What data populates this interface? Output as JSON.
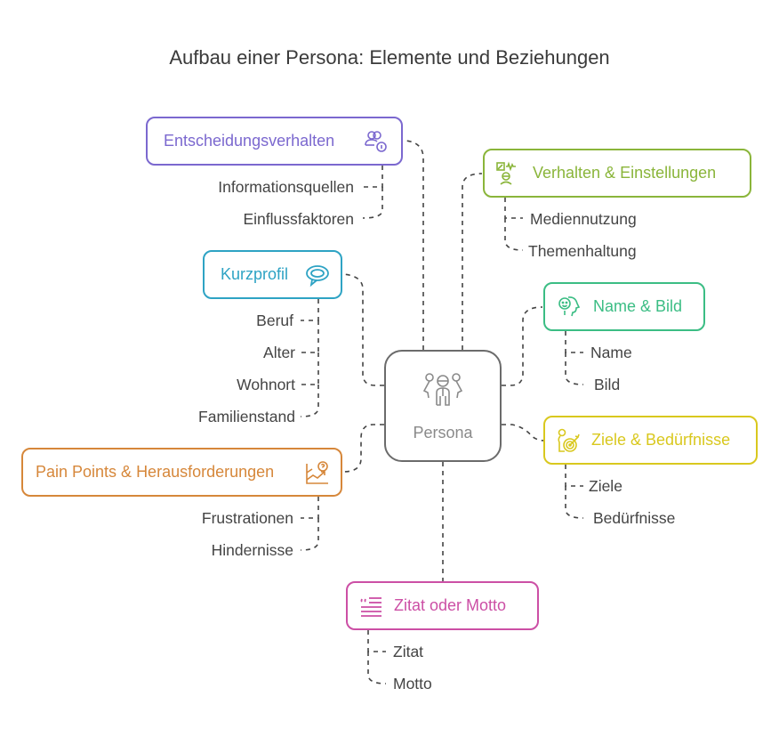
{
  "title": "Aufbau einer Persona: Elemente und Beziehungen",
  "center": {
    "label": "Persona",
    "icon": "group-persona-icon",
    "color": "#6b6b6b"
  },
  "branches": [
    {
      "id": "entscheidungsverhalten",
      "label": "Entscheidungsverhalten",
      "icon": "users-info-icon",
      "color": "#7b68cf",
      "items": [
        "Informationsquellen",
        "Einflussfaktoren"
      ]
    },
    {
      "id": "verhalten",
      "label": "Verhalten & Einstellungen",
      "icon": "media-behavior-icon",
      "color": "#8ab53a",
      "items": [
        "Mediennutzung",
        "Themenhaltung"
      ]
    },
    {
      "id": "kurzprofil",
      "label": "Kurzprofil",
      "icon": "speech-bubble-icon",
      "color": "#2ea3c4",
      "items": [
        "Beruf",
        "Alter",
        "Wohnort",
        "Familienstand"
      ]
    },
    {
      "id": "name-bild",
      "label": "Name & Bild",
      "icon": "face-profile-icon",
      "color": "#3bbd84",
      "items": [
        "Name",
        "Bild"
      ]
    },
    {
      "id": "pain-points",
      "label": "Pain Points & Herausforderungen",
      "icon": "chart-question-icon",
      "color": "#d6873a",
      "items": [
        "Frustrationen",
        "Hindernisse"
      ]
    },
    {
      "id": "ziele",
      "label": "Ziele & Bedürfnisse",
      "icon": "person-target-icon",
      "color": "#d9c81e",
      "items": [
        "Ziele",
        "Bedürfnisse"
      ]
    },
    {
      "id": "zitat",
      "label": "Zitat oder Motto",
      "icon": "quote-lines-icon",
      "color": "#cc4fa5",
      "items": [
        "Zitat",
        "Motto"
      ]
    }
  ]
}
